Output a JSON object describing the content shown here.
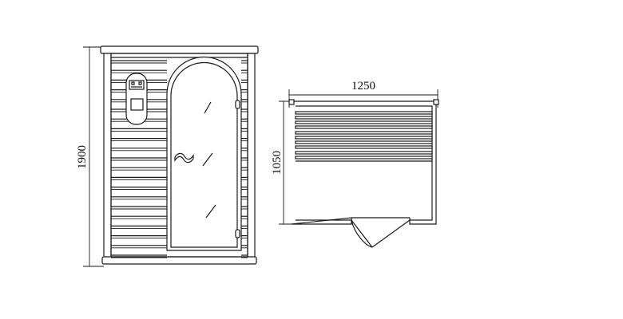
{
  "front_view": {
    "height_label": "1900"
  },
  "plan_view": {
    "width_label": "1250",
    "depth_label": "1050"
  }
}
